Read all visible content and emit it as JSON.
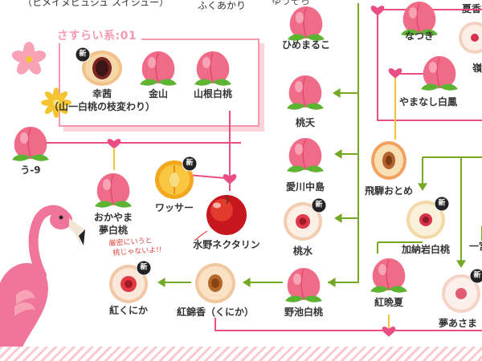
{
  "header": {
    "fragment_top_left": "（ヒメイヌビュジュ スイジュー）",
    "fragment_top_center": "ふくあかり",
    "fragment_top_right": "ゆうぞら",
    "summer_fragment": "夏香"
  },
  "group": {
    "title": "さすらい系:01"
  },
  "badge_text": "新",
  "note": {
    "line1": "厳密にいうと",
    "line2": "桃じゃないよ!!"
  },
  "nodes": {
    "koakane": {
      "label": "幸茜",
      "sub": "（山一白桃の枝変わり）",
      "is_new": true
    },
    "kinzan": {
      "label": "金山"
    },
    "sankon": {
      "label": "山根白桃"
    },
    "u9": {
      "label": "う-9"
    },
    "okayama": {
      "label": "おかやま",
      "sub": "夢白桃"
    },
    "wasser": {
      "label": "ワッサー",
      "is_new": true
    },
    "mizuno": {
      "label": "水野ネクタリン"
    },
    "benikunika": {
      "label": "紅くにか",
      "is_new": true
    },
    "benikinko": {
      "label": "紅錦香（くにか）"
    },
    "himemaruko": {
      "label": "ひめまるこ"
    },
    "momoten": {
      "label": "桃夭"
    },
    "aikawa": {
      "label": "愛川中島"
    },
    "tosui": {
      "label": "桃水",
      "is_new": true
    },
    "noike": {
      "label": "野池白桃"
    },
    "natsuki": {
      "label": "なつき"
    },
    "yamanashi": {
      "label": "やまなし白鳳"
    },
    "hida": {
      "label": "飛騨おとめ"
    },
    "kanoiwa": {
      "label": "加納岩白桃",
      "is_new": true
    },
    "kobanka": {
      "label": "紅晩夏"
    },
    "yumeasama": {
      "label": "夢あさま",
      "is_new": true
    },
    "rei": {
      "label": "嶺"
    },
    "ichi": {
      "label": "一宮"
    }
  },
  "colors": {
    "pink_line": "#ea4d86",
    "green_line": "#74a927",
    "yellow_line": "#f2c531",
    "peach": "#f06b87",
    "peach_light": "#f7a3b5",
    "leaf": "#5fb333",
    "box_border": "#f59aad"
  }
}
